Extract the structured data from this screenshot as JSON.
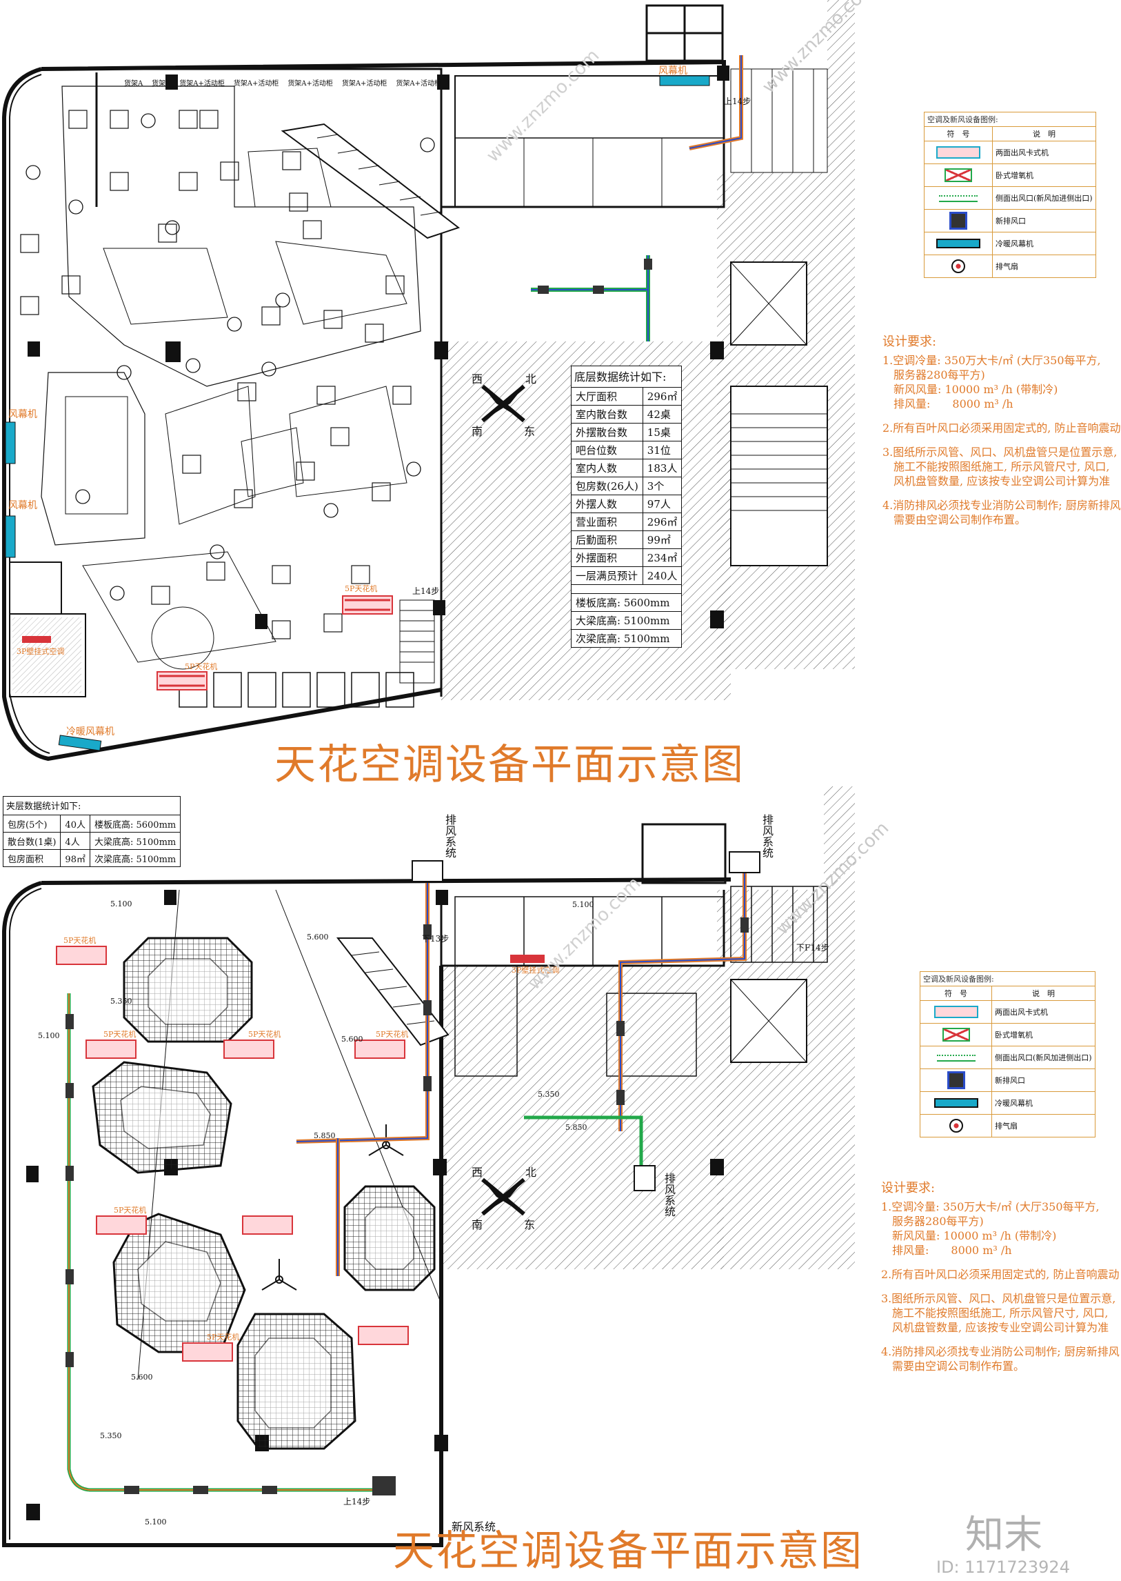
{
  "titles": {
    "top": "天花空调设备平面示意图",
    "bottom": "天花空调设备平面示意图"
  },
  "compass": {
    "north": "北",
    "south": "南",
    "east": "东",
    "west": "西"
  },
  "ground_stats": {
    "caption": "底层数据统计如下:",
    "rows": [
      [
        "大厅面积",
        "296㎡"
      ],
      [
        "室内散台数",
        "42桌"
      ],
      [
        "外摆散台数",
        "15桌"
      ],
      [
        "吧台位数",
        "31位"
      ],
      [
        "室内人数",
        "183人"
      ],
      [
        "包房数(26人)",
        "3个"
      ],
      [
        "外摆人数",
        "97人"
      ],
      [
        "营业面积",
        "296㎡"
      ],
      [
        "后勤面积",
        "99㎡"
      ],
      [
        "外摆面积",
        "234㎡"
      ],
      [
        "一层满员预计",
        "240人"
      ]
    ],
    "heights": [
      "楼板底高: 5600mm",
      "大梁底高: 5100mm",
      "次梁底高: 5100mm"
    ]
  },
  "mezz_stats": {
    "caption": "夹层数据统计如下:",
    "rows": [
      [
        "包房(5个)",
        "40人"
      ],
      [
        "散台数(1桌)",
        "4人"
      ],
      [
        "包房面积",
        "98㎡"
      ]
    ],
    "heights": [
      "楼板底高: 5600mm",
      "大梁底高: 5100mm",
      "次梁底高: 5100mm"
    ]
  },
  "legend": {
    "caption": "空调及新风设备图例:",
    "col_symbol": "符　号",
    "col_desc": "说　明",
    "items": [
      {
        "icon": "two-way-cassette-icon",
        "desc": "两面出风卡式机"
      },
      {
        "icon": "wall-mounted-icon",
        "desc": "卧式增氧机"
      },
      {
        "icon": "side-vent-icon",
        "desc": "侧面出风口(新风加进侧出口)"
      },
      {
        "icon": "fresh-air-vent-icon",
        "desc": "新排风口"
      },
      {
        "icon": "air-curtain-icon",
        "desc": "冷暖风幕机"
      },
      {
        "icon": "exhaust-fan-icon",
        "desc": "排气扇"
      }
    ]
  },
  "requirements": {
    "heading": "设计要求:",
    "items": [
      {
        "lines": [
          "1.空调冷量: 350万大卡/㎡ (大厅350每平方,",
          "　服务器280每平方)",
          "　新风风量: 10000 m³ /h (带制冷)",
          "　排风量:　　8000 m³ /h"
        ]
      },
      {
        "lines": [
          "2.所有百叶风口必须采用固定式的, 防止音响震动"
        ]
      },
      {
        "lines": [
          "3.图纸所示风管、风口、风机盘管只是位置示意,",
          "　施工不能按照图纸施工, 所示风管尺寸, 风口,",
          "　风机盘管数量, 应该按专业空调公司计算为准"
        ]
      },
      {
        "lines": [
          "4.消防排风必须找专业消防公司制作; 厨房新排风",
          "　需要由空调公司制作布置。"
        ]
      }
    ]
  },
  "top_labels": {
    "air_curtain_top": "风幕机",
    "air_curtain_left1": "风幕机",
    "air_curtain_left2": "风幕机",
    "air_curtain_bottom": "冷暖风幕机",
    "ac_5p_a": "5P天花机",
    "ac_5p_b": "5P天花机",
    "ac_3p_wall": "3P壁挂式空调",
    "stair_up_1": "上14步",
    "stair_up_2": "上14步",
    "shelves": [
      "货架A",
      "货架A",
      "货架A+活动柜",
      "货架A+活动柜",
      "货架A+活动柜",
      "货架A+活动柜",
      "货架A+活动柜"
    ]
  },
  "bottom_labels": {
    "exhaust_1": "排风系统",
    "exhaust_2": "排风系统",
    "exhaust_3": "排风系统",
    "fresh_air": "新风系统",
    "ac_3p_wall": "3P壁挂式空调",
    "ac_5p": [
      "5P天花机",
      "5P天花机",
      "5P天花机",
      "5P天花机",
      "5P天花机",
      "5P天花机"
    ],
    "stair_down_1": "下13步",
    "stair_down_2": "下F14步",
    "stair_up": "上14步",
    "elev": [
      "5.100",
      "5.600",
      "5.100",
      "5.350",
      "5.600",
      "5.850",
      "5.350",
      "5.100",
      "5.600",
      "5.850",
      "5.350",
      "5.100"
    ]
  },
  "watermarks": {
    "site": "www.znzmo.com",
    "brand": "知末",
    "id": "ID: 1171723924"
  },
  "colors": {
    "accent": "#e07a2a",
    "duct_green": "#22a84a",
    "duct_blue": "#2a4cc9",
    "ac_red": "#d8343a",
    "curtain_cyan": "#19a9c9"
  }
}
